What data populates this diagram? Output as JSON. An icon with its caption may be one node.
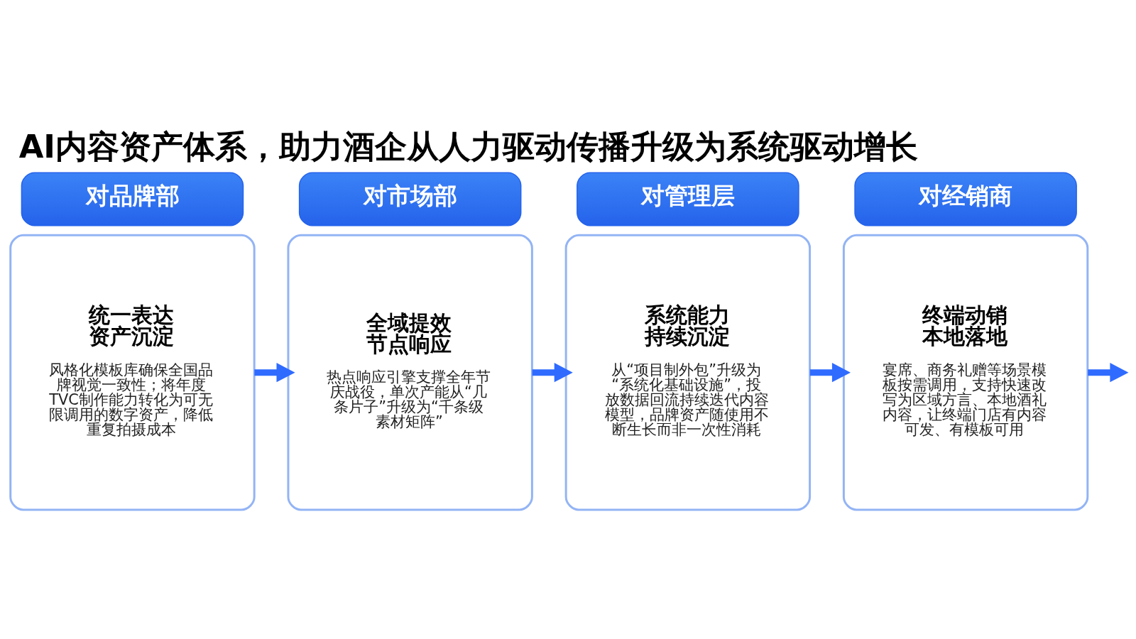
{
  "diagram": {
    "title": "AI内容资产体系，助力酒企从人力驱动传播升级为系统驱动增长",
    "nodes": [
      {
        "text": [
          "对品牌部"
        ]
      },
      {
        "text": [
          "统一表达资产沉淀",
          "风格化模板库确保全国品牌视觉一致性；将年度TVC制作能力转化为可无限调用的数字资产，降低重复拍摄成本"
        ]
      },
      {
        "text": [
          "对市场部"
        ]
      },
      {
        "text": [
          "全域提效节点响应",
          "热点响应引擎支撑全年节庆战役，单次产能从“几条片子”升级为“千条级素材矩阵”"
        ]
      },
      {
        "text": [
          "对管理层"
        ]
      },
      {
        "text": [
          "系统能力持续沉淀",
          "从“项目制外包”升级为“系统化基础设施”，投放数据回流持续迭代内容模型，品牌资产随使用不断生长而非一次性消耗"
        ]
      },
      {
        "text": [
          "对经销商"
        ]
      },
      {
        "text": [
          "终端动销本地落地",
          "宴席、商务礼赠等场景模板按需调用，支持快速改写为区域方言、本地酒礼内容，让终端门店有内容可发、有模板可用"
        ]
      }
    ],
    "edges": [
      {
        "from": 1,
        "to": 3,
        "arrow": "to"
      },
      {
        "from": 3,
        "to": 5,
        "arrow": "to"
      },
      {
        "from": 5,
        "to": 7,
        "arrow": "to"
      },
      {
        "from": 7,
        "to": null,
        "arrow": "to"
      }
    ]
  }
}
